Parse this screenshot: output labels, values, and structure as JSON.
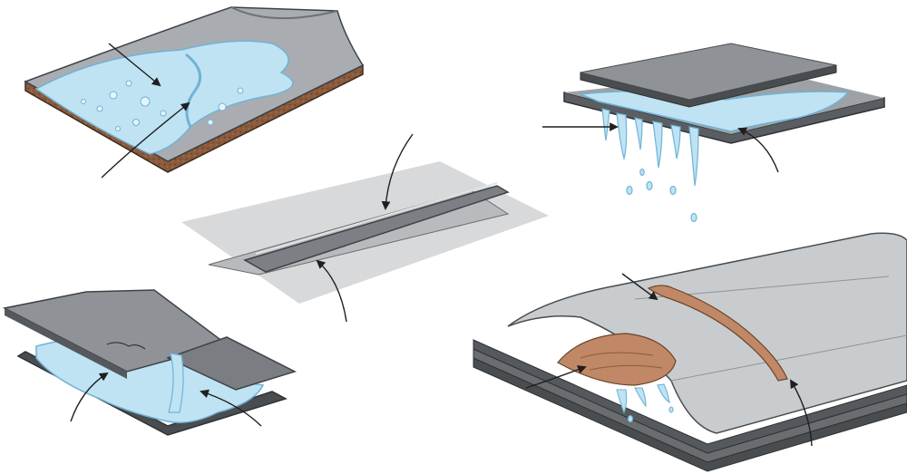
{
  "figure": {
    "panels": [
      {
        "id": "panel-wet-membrane-on-board",
        "pointers": 2
      },
      {
        "id": "panel-seam-ridge",
        "pointers": 2
      },
      {
        "id": "panel-dripping-sandwich",
        "pointers": 2
      },
      {
        "id": "panel-broken-lap-joint",
        "pointers": 2
      },
      {
        "id": "panel-torn-flap-layers",
        "pointers": 3
      }
    ]
  },
  "colors": {
    "background": "#ffffff",
    "membrane_grey": "#8f9397",
    "membrane_light": "#c9ccce",
    "dark_edge": "#4a4d50",
    "water": "#bfe3f3",
    "water_edge": "#6fb3d6",
    "board_brown": "#8a5a3c",
    "wood_tan": "#c08866",
    "arrow": "#1f1f1f"
  }
}
